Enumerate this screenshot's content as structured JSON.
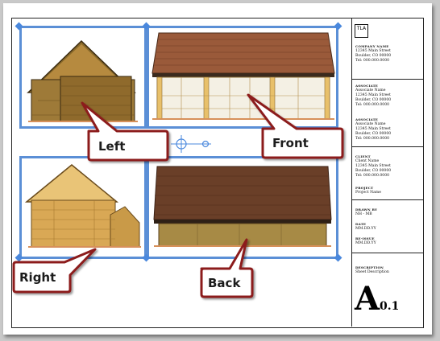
{
  "views": {
    "left": {
      "label": "Left"
    },
    "front": {
      "label": "Front"
    },
    "right": {
      "label": "Right"
    },
    "back": {
      "label": "Back"
    }
  },
  "title_block": {
    "logo": "TLA",
    "company": {
      "label": "COMPANY NAME",
      "lines": [
        "12345 Main Street",
        "Boulder, CO 00000",
        "Tel: 000.000.0000"
      ]
    },
    "associate1": {
      "label": "ASSOCIATE",
      "lines": [
        "Associate Name",
        "12345 Main Street",
        "Boulder, CO 00000",
        "Tel: 000.000.0000"
      ]
    },
    "associate2": {
      "label": "ASSOCIATE",
      "lines": [
        "Associate Name",
        "12345 Main Street",
        "Boulder, CO 00000",
        "Tel: 000.000.0000"
      ]
    },
    "client": {
      "label": "CLIENT",
      "lines": [
        "Client Name",
        "12345 Main Street",
        "Boulder, CO 00000",
        "Tel: 000.000.0000"
      ]
    },
    "project": {
      "label": "PROJECT",
      "lines": [
        "Project Name"
      ]
    },
    "drawn_by": {
      "label": "DRAWN BY",
      "value": "NH - MB"
    },
    "date": {
      "label": "DATE",
      "value": "MM.DD.YY"
    },
    "revise": {
      "label": "RE-ISSUE",
      "value": "MM.DD.YY"
    },
    "description": {
      "label": "DESCRIPTION",
      "value": "Sheet Description"
    },
    "sheet_letter": "A",
    "sheet_number": "0.1"
  }
}
